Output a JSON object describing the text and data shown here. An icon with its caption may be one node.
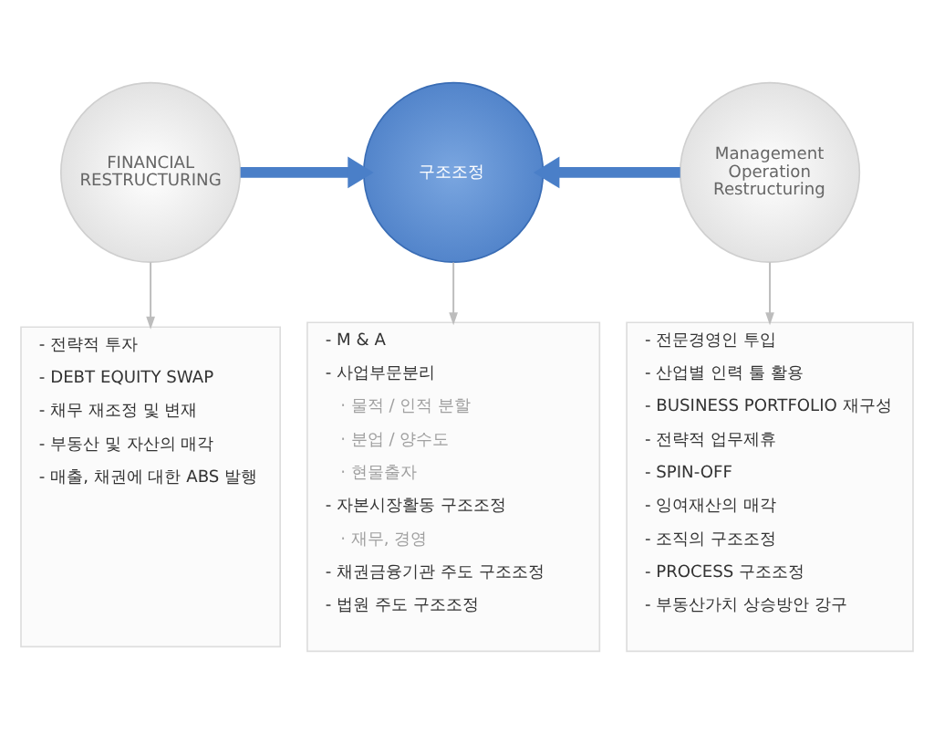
{
  "diagram": {
    "nodes": [
      {
        "text": [
          "FINANCIAL RESTRUCTURING"
        ]
      },
      {
        "text": [
          "구조조정"
        ]
      },
      {
        "text": [
          "Management Operation Restructuring"
        ]
      },
      {
        "text": [
          "- 전략적 투자",
          "- DEBT EQUITY SWAP",
          "- 채무 재조정 및 변재",
          "- 부동산 및 자산의 매각",
          "- 매출, 채권에 대한 ABS 발행"
        ]
      },
      {
        "text": [
          "- M & A",
          "- 사업부문분리",
          "· 물적 / 인적 분할",
          "· 분업 / 양수도",
          "· 현물출자",
          "- 자본시장활동 구조조정",
          "· 재무, 경영",
          "- 채권금융기관 주도 구조조정",
          "- 법원 주도 구조조정"
        ]
      },
      {
        "text": [
          "- 전문경영인 투입",
          "- 산업별 인력 툴 활용",
          "- BUSINESS PORTFOLIO 재구성",
          "- 전략적 업무제휴",
          "- SPIN-OFF",
          "- 잉여재산의 매각",
          "- 조직의 구조조정",
          "- PROCESS 구조조정",
          "- 부동산가치 상승방안 강구"
        ]
      }
    ],
    "edges": [
      {
        "from": 0,
        "to": 1,
        "arrow": "to",
        "style": "thick",
        "color": "#4a7fc8"
      },
      {
        "from": 2,
        "to": 1,
        "arrow": "to",
        "style": "thick",
        "color": "#4a7fc8"
      },
      {
        "from": 0,
        "to": 3,
        "arrow": "to"
      },
      {
        "from": 1,
        "to": 4,
        "arrow": "to"
      },
      {
        "from": 2,
        "to": 5,
        "arrow": "to"
      }
    ]
  }
}
